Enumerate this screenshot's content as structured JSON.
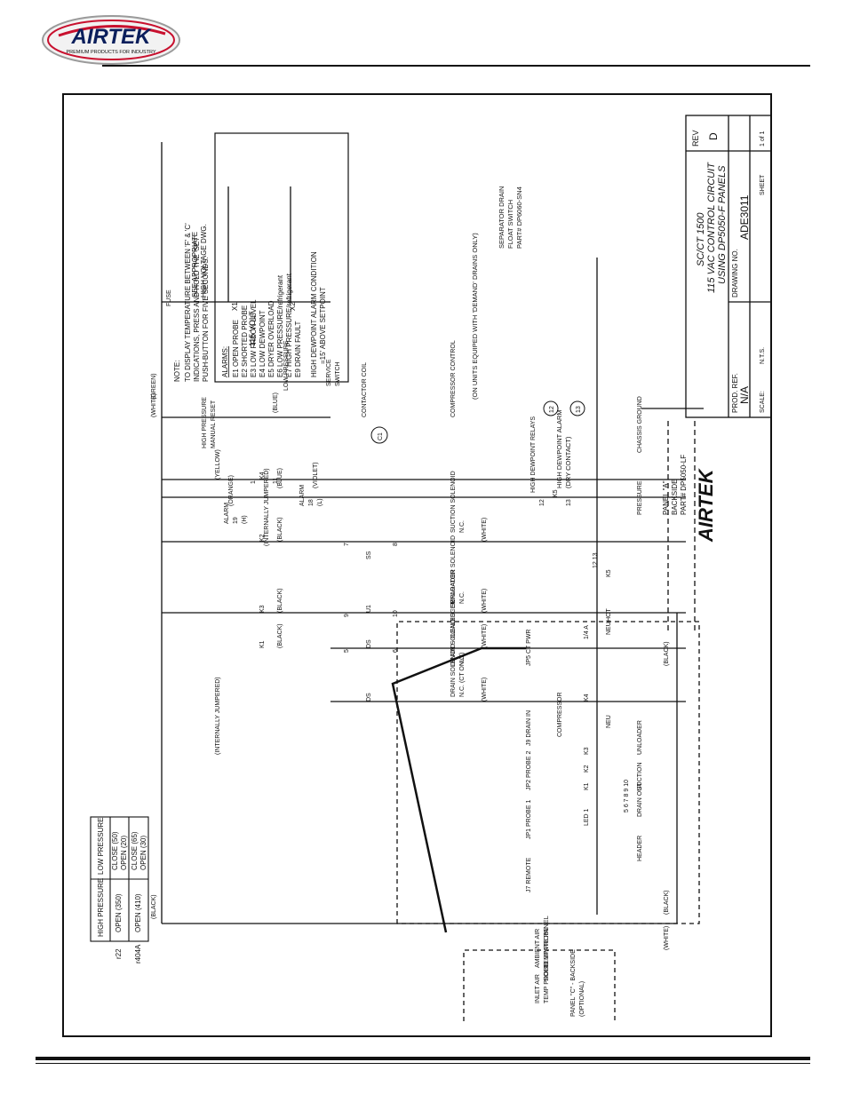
{
  "header": {
    "brand": "AIRTEK",
    "tagline": "PREMIUM PRODUCTS FOR INDUSTRY"
  },
  "title_block": {
    "title_line1": "SC/CT 1500",
    "title_line2": "115 VAC CONTROL CIRCUIT",
    "title_line3": "USING DP5050-F PANELS",
    "rev_label": "REV",
    "rev_value": "D",
    "prod_ref_label": "PROD. REF.",
    "prod_ref_value": "N/A",
    "drawing_no_label": "DRAWING NO.",
    "drawing_no_value": "ADE3011",
    "scale_label": "SCALE:",
    "scale_value": "N.T.S.",
    "sheet_label": "SHEET",
    "sheet_value": "1 of 1"
  },
  "pressure_table": {
    "col_high": "HIGH PRESSURE",
    "col_low": "LOW PRESSURE",
    "rows": [
      {
        "ref": "r22",
        "high": "OPEN (350)",
        "low_close": "CLOSE (50)",
        "low_open": "OPEN (20)"
      },
      {
        "ref": "r404A",
        "high": "OPEN (410)",
        "low_close": "CLOSE (65)",
        "low_open": "OPEN (30)"
      }
    ]
  },
  "notes": {
    "note_label": "NOTE:",
    "note_lines": [
      "TO DISPLAY TEMPERATURE BETWEEN 'F' & 'C'",
      "INDICATIONS, PRESS AND HOLD THE 'SET'",
      "PUSH-BUTTON FOR FIVE SECONDS."
    ],
    "alarms_label": "ALARMS:",
    "alarm_lines": [
      "E1 OPEN PROBE",
      "E2 SHORTED PROBE",
      "E3 LOW FREON LEVEL",
      "E4 LOW DEWPOINT",
      "E5 DRYER OVERLOAD",
      "E6 LOW PRESSURE/refrigerant",
      "E7 HIGH PRESSURE/refrigerant",
      "E9 DRAIN FAULT"
    ],
    "dewpoint_lines": [
      "HIGH DEWPOINT ALARM CONDITION",
      "=15' ABOVE SETPOINT"
    ]
  },
  "transformer": {
    "ref_lines": [
      "SEE APPROPRIATE",
      "HIGH VOLTAGE DWG."
    ],
    "x1": "X1",
    "x2": "X2",
    "volt": "115 VOLT"
  },
  "wires": {
    "black": "(BLACK)",
    "white": "(WHITE)",
    "green": "(GREEN)",
    "blue": "(BLUE)",
    "yellow": "(YELLOW)",
    "orange": "(ORANGE)",
    "violet": "(VIOLET)"
  },
  "components": {
    "fuse": "FUSE",
    "hp_reset": [
      "HIGH PRESSURE",
      "MANUAL RESET"
    ],
    "low_pressure": "LOW PRESSURE",
    "service_switch": [
      "SERVICE",
      "SWITCH"
    ],
    "contactor_coil": "CONTACTOR COIL",
    "c1": "C1",
    "compressor_control": "COMPRESSOR CONTROL",
    "suction_solenoid": [
      "SUCTION SOLENOID",
      "N.C."
    ],
    "unloader_solenoid": [
      "UNLOADER SOLENOID",
      "N.C."
    ],
    "drain_separator": [
      "DRAIN SOLENOID - SEPARATOR",
      "N.C."
    ],
    "drain_coalescer": [
      "DRAIN SOLENOID - COALESCER",
      "N.C. (CT ONLY)"
    ],
    "alarm19": [
      "ALARM",
      "19",
      "(H)"
    ],
    "alarm18": [
      "ALARM",
      "18",
      "(L)"
    ],
    "internally_jumpered": "(INTERNALLY JUMPERED)",
    "ss": "SS",
    "u1": "U1",
    "ds": "DS",
    "k4": "K4",
    "k2": "K2",
    "k3": "K3",
    "k1": "K1",
    "k5": "K5",
    "n1": "1",
    "n11": "11",
    "n7": "7",
    "n8": "8",
    "n9": "9",
    "n10": "10",
    "n5": "5",
    "n6": "6",
    "n12": "12",
    "n13": "13"
  },
  "drain_switch": {
    "note": "(ON UNITS EQUIPED WITH 'DEMAND' DRAINS ONLY)",
    "label_lines": [
      "SEPARATOR DRAIN",
      "FLOAT SWITCH",
      "PART# DP6060-SN4"
    ],
    "hd_alarm": [
      "HIGH DEWPOINT ALARM",
      "(DRY CONTACT)"
    ],
    "t12": "12",
    "t13": "13"
  },
  "panel_a": {
    "label_lines": [
      "PANEL \"A\"",
      "BACKSIDE",
      "PART# DP5050-LF"
    ],
    "hd_relays": "HIGH DEWPOINT RELAYS",
    "pressure": "PRESSURE",
    "chassis_ground": "CHASSIS GROUND",
    "neu": "NEU",
    "hot": "HOT",
    "compressor": "COMPRESSOR",
    "unloader": "UNLOADER",
    "suction": "SUCTION",
    "drain_out": "DRAIN OUT",
    "header_lbl": "HEADER",
    "led1": "LED 1",
    "jp1": "JP1 PROBE 1",
    "jp2": "JP2 PROBE 2",
    "j9": "J9 DRAIN IN",
    "jp5": "JP5 CT PWR",
    "j7": "J7 REMOTE",
    "fuse_lbl": "1/4 A",
    "k1": "K1",
    "k2": "K2",
    "k3": "K3",
    "k4": "K4",
    "k5": "K5",
    "pins_drain": "5 6 7 8 9 10",
    "pins_top": "12 13"
  },
  "panel_c": {
    "solid_state": "SOLID STATE PANEL",
    "ambient": [
      "AMBIENT AIR",
      "TEMP PROBE"
    ],
    "inlet": [
      "INLET AIR",
      "TEMP PROBE"
    ],
    "label_lines": [
      "PANEL \"C\" - BACKSIDE",
      "(OPTIONAL)"
    ]
  },
  "colors": {
    "ink": "#111111",
    "logo_red": "#c8102e",
    "logo_navy": "#0b1f5c"
  }
}
